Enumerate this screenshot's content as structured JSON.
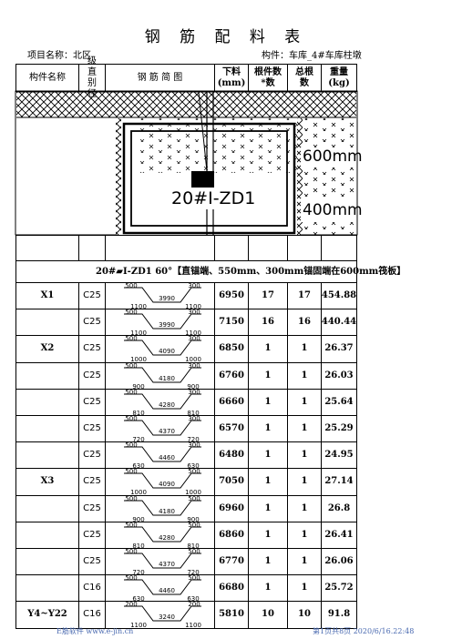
{
  "title": "钢 筋 配 料 表",
  "project_label": "项目名称：北区",
  "member_label": "构件：车库_4#车库柱墩",
  "headers": {
    "name": "构件名称",
    "grade": "级直别径",
    "sketch": "钢 筋 简 图",
    "length": "下料(mm)",
    "count": "根件数*数",
    "total": "总根 数",
    "weight": "重量(kg)"
  },
  "drawing": {
    "label_main": "20#I-ZD1",
    "label_600": "600mm",
    "label_400": "400mm"
  },
  "note": "20#▰I-ZD1 60°【直锚端、550mm、300mm锚固端在600mm筏板】",
  "rows": [
    {
      "name": "X1",
      "grade": "C25",
      "top_l": "500",
      "top_r": "300",
      "mid": "3990",
      "bot_l": "1100",
      "bot_r": "1100",
      "length": "6950",
      "count": "17",
      "total": "17",
      "weight": "454.88"
    },
    {
      "name": "",
      "grade": "C25",
      "top_l": "500",
      "top_r": "300",
      "mid": "3990",
      "bot_l": "1100",
      "bot_r": "1100",
      "length": "7150",
      "count": "16",
      "total": "16",
      "weight": "440.44"
    },
    {
      "name": "X2",
      "grade": "C25",
      "top_l": "500",
      "top_r": "300",
      "mid": "4090",
      "bot_l": "1000",
      "bot_r": "1000",
      "length": "6850",
      "count": "1",
      "total": "1",
      "weight": "26.37"
    },
    {
      "name": "",
      "grade": "C25",
      "top_l": "500",
      "top_r": "300",
      "mid": "4180",
      "bot_l": "900",
      "bot_r": "900",
      "length": "6760",
      "count": "1",
      "total": "1",
      "weight": "26.03"
    },
    {
      "name": "",
      "grade": "C25",
      "top_l": "500",
      "top_r": "300",
      "mid": "4280",
      "bot_l": "810",
      "bot_r": "810",
      "length": "6660",
      "count": "1",
      "total": "1",
      "weight": "25.64"
    },
    {
      "name": "",
      "grade": "C25",
      "top_l": "500",
      "top_r": "300",
      "mid": "4370",
      "bot_l": "720",
      "bot_r": "720",
      "length": "6570",
      "count": "1",
      "total": "1",
      "weight": "25.29"
    },
    {
      "name": "",
      "grade": "C25",
      "top_l": "500",
      "top_r": "300",
      "mid": "4460",
      "bot_l": "630",
      "bot_r": "630",
      "length": "6480",
      "count": "1",
      "total": "1",
      "weight": "24.95"
    },
    {
      "name": "X3",
      "grade": "C25",
      "top_l": "500",
      "top_r": "500",
      "mid": "4090",
      "bot_l": "1000",
      "bot_r": "1000",
      "length": "7050",
      "count": "1",
      "total": "1",
      "weight": "27.14"
    },
    {
      "name": "",
      "grade": "C25",
      "top_l": "500",
      "top_r": "500",
      "mid": "4180",
      "bot_l": "900",
      "bot_r": "900",
      "length": "6960",
      "count": "1",
      "total": "1",
      "weight": "26.8"
    },
    {
      "name": "",
      "grade": "C25",
      "top_l": "500",
      "top_r": "500",
      "mid": "4280",
      "bot_l": "810",
      "bot_r": "810",
      "length": "6860",
      "count": "1",
      "total": "1",
      "weight": "26.41"
    },
    {
      "name": "",
      "grade": "C25",
      "top_l": "500",
      "top_r": "500",
      "mid": "4370",
      "bot_l": "720",
      "bot_r": "720",
      "length": "6770",
      "count": "1",
      "total": "1",
      "weight": "26.06"
    },
    {
      "name": "",
      "grade": "C16",
      "top_l": "500",
      "top_r": "500",
      "mid": "4460",
      "bot_l": "630",
      "bot_r": "630",
      "length": "6680",
      "count": "1",
      "total": "1",
      "weight": "25.72"
    },
    {
      "name": "Y4~Y22",
      "grade": "C16",
      "top_l": "200",
      "top_r": "200",
      "mid": "3240",
      "bot_l": "1100",
      "bot_r": "1100",
      "length": "5810",
      "count": "10",
      "total": "10",
      "weight": "91.8"
    }
  ],
  "footer": {
    "left": "E筋软件 www.e-jin.cn",
    "right": "第1页共8页 2020/6/16.22:48"
  },
  "colors": {
    "line": "#000000",
    "footer": "#4a6ab0"
  }
}
